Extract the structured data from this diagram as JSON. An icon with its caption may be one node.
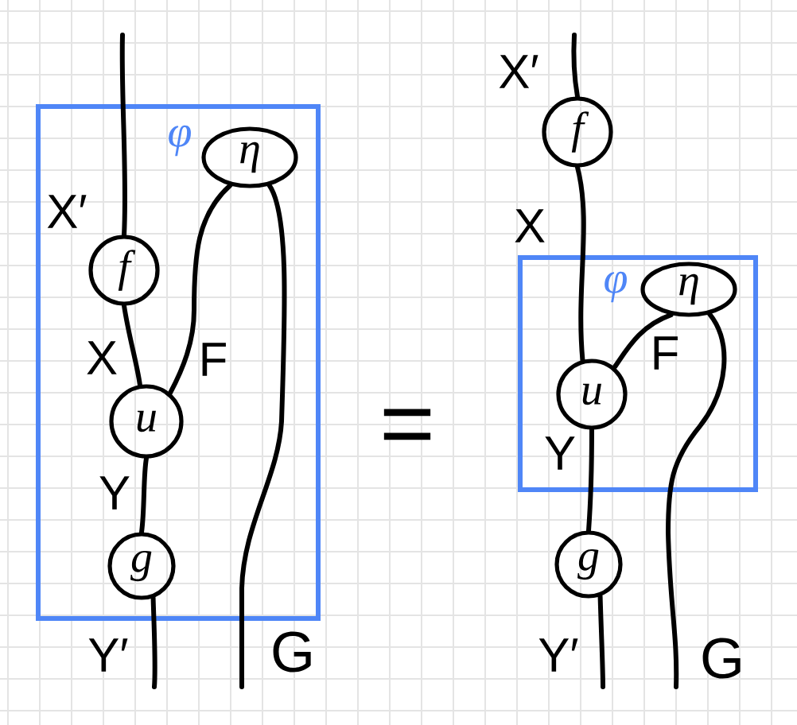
{
  "diagram": {
    "nodes": [
      {
        "text": [
          "φ"
        ]
      },
      {
        "text": [
          "f"
        ],
        "in": 0
      },
      {
        "text": [
          "η"
        ],
        "in": 0
      },
      {
        "text": [
          "u"
        ],
        "in": 0
      },
      {
        "text": [
          "g"
        ],
        "in": 0
      },
      {
        "text": [
          "f"
        ]
      },
      {
        "text": [
          "φ"
        ]
      },
      {
        "text": [
          "η"
        ],
        "in": 6
      },
      {
        "text": [
          "u"
        ],
        "in": 6
      },
      {
        "text": [
          "g"
        ]
      }
    ],
    "edges": [
      {
        "from": null,
        "to": 1,
        "arrow": "none",
        "label": "X′"
      },
      {
        "from": 1,
        "to": 3,
        "arrow": "none",
        "label": "X"
      },
      {
        "from": 2,
        "to": 3,
        "arrow": "none",
        "label": "F"
      },
      {
        "from": 3,
        "to": 4,
        "arrow": "none",
        "label": "Y"
      },
      {
        "from": 4,
        "to": null,
        "arrow": "none",
        "label": "Y′"
      },
      {
        "from": 2,
        "to": null,
        "arrow": "none",
        "label": "G"
      },
      {
        "from": null,
        "to": 5,
        "arrow": "none",
        "label": "X′"
      },
      {
        "from": 5,
        "to": 8,
        "arrow": "none",
        "label": "X"
      },
      {
        "from": 7,
        "to": 8,
        "arrow": "none",
        "label": "F"
      },
      {
        "from": 8,
        "to": 9,
        "arrow": "none",
        "label": "Y"
      },
      {
        "from": 9,
        "to": null,
        "arrow": "none",
        "label": "Y′"
      },
      {
        "from": 7,
        "to": null,
        "arrow": "none",
        "label": "G"
      }
    ],
    "labels": [
      "="
    ]
  }
}
